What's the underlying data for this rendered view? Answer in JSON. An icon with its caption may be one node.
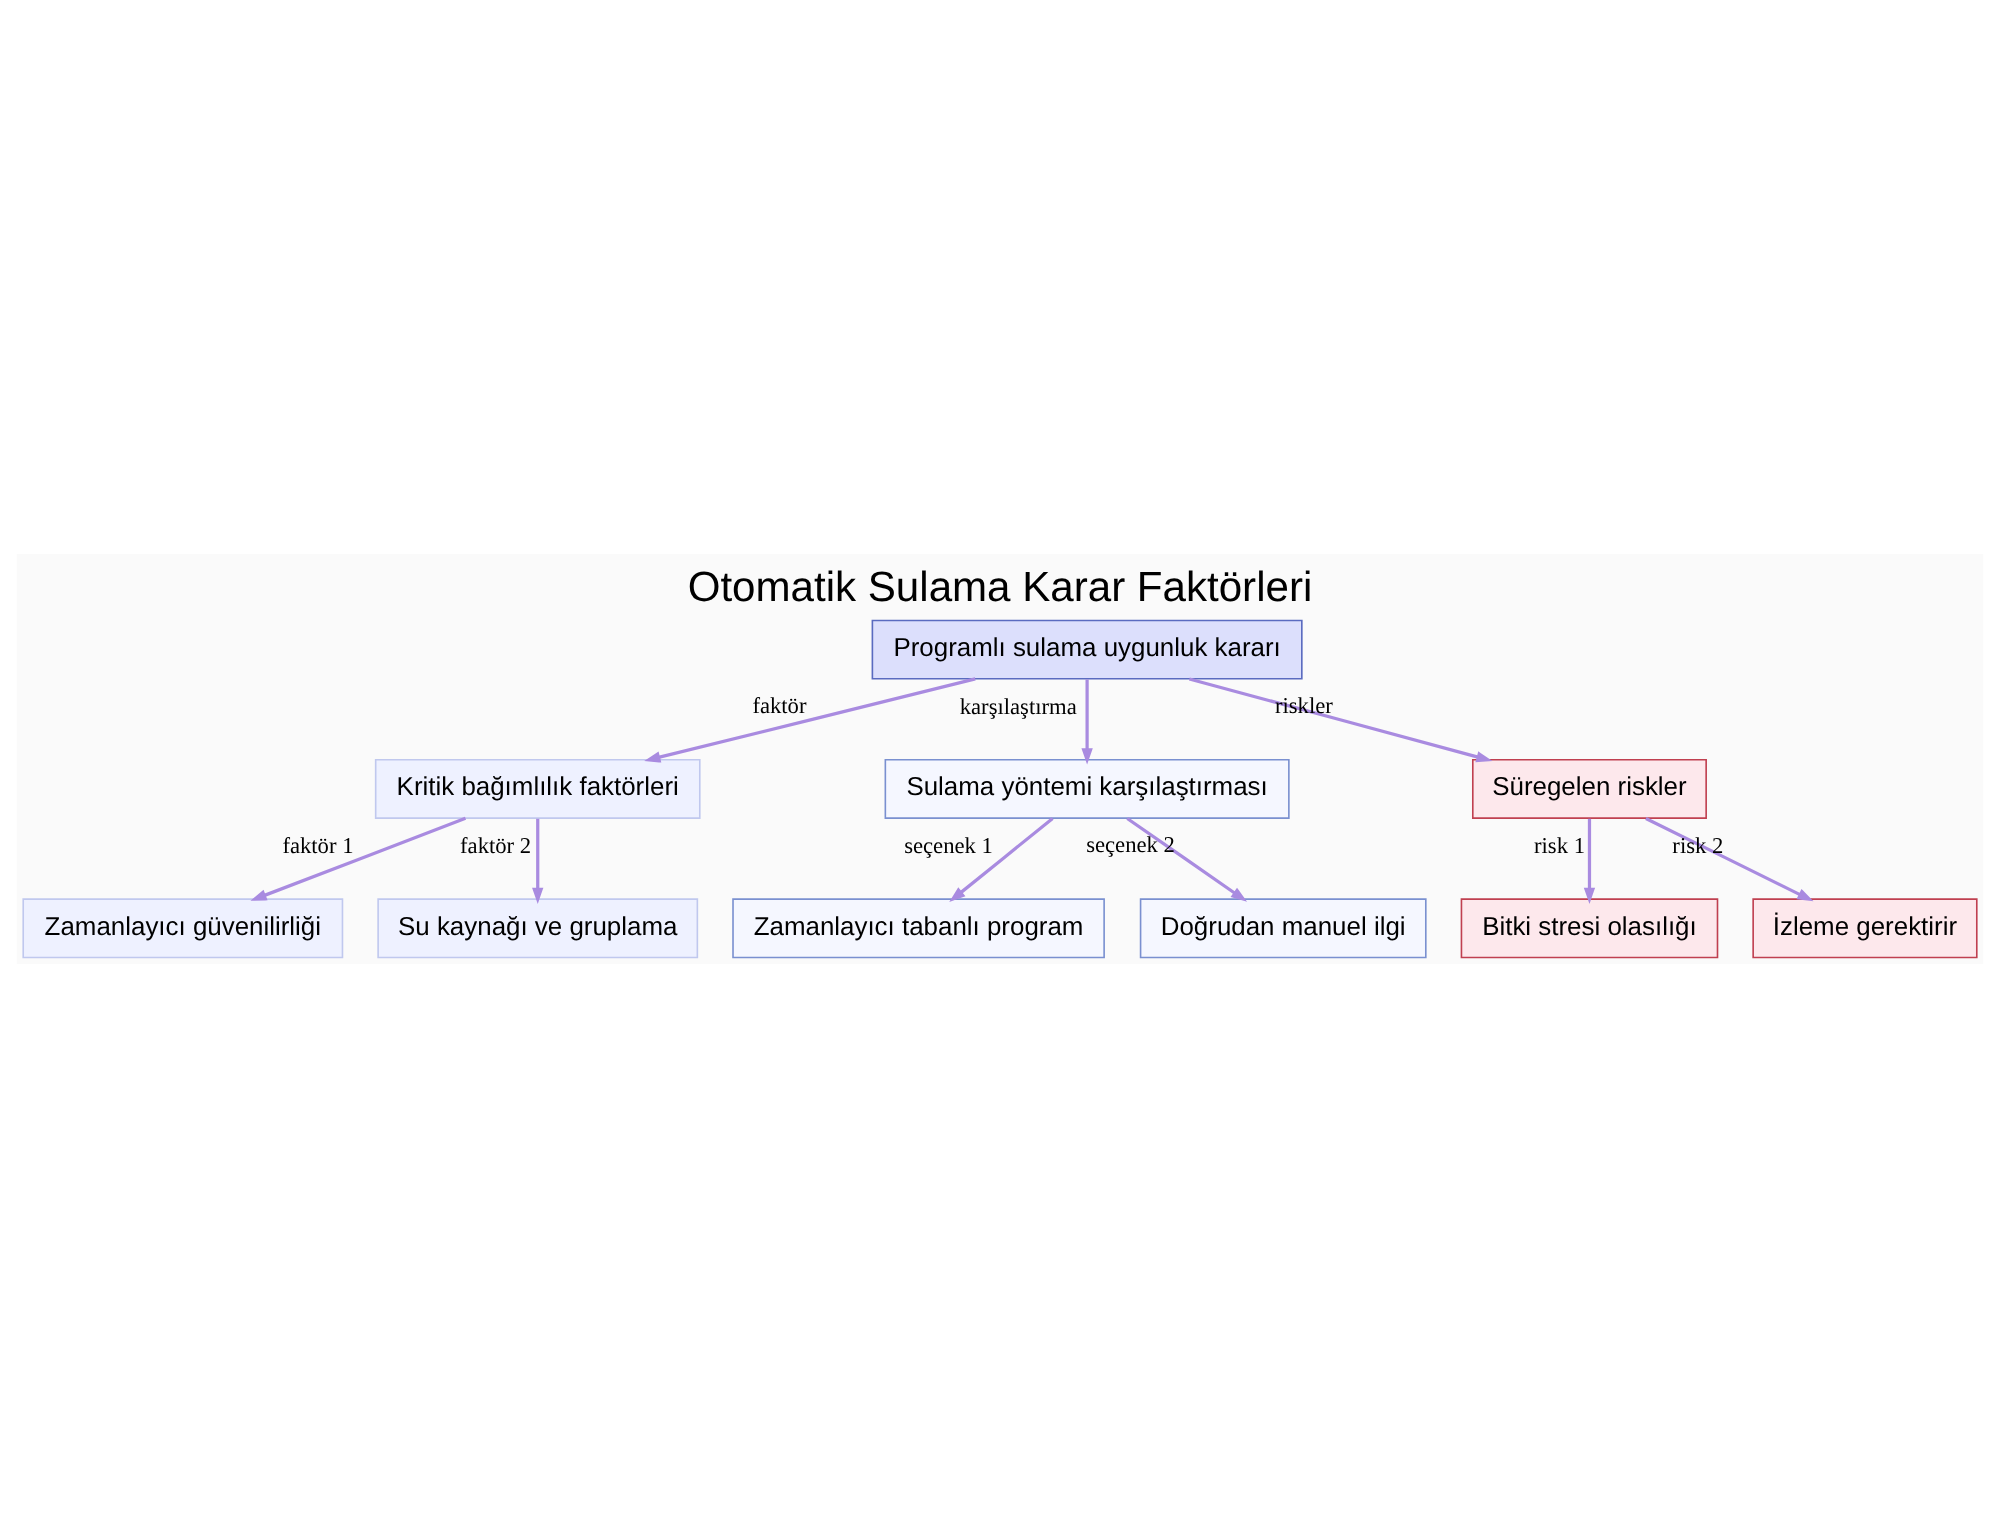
{
  "diagram": {
    "title": "Otomatik Sulama Karar Faktörleri",
    "nodes": [
      {
        "text": [
          "Programlı sulama uygunluk kararı"
        ]
      },
      {
        "text": [
          "Kritik bağımlılık faktörleri"
        ]
      },
      {
        "text": [
          "Sulama yöntemi karşılaştırması"
        ]
      },
      {
        "text": [
          "Süregelen riskler"
        ]
      },
      {
        "text": [
          "Zamanlayıcı güvenilirliği"
        ]
      },
      {
        "text": [
          "Su kaynağı ve gruplama"
        ]
      },
      {
        "text": [
          "Zamanlayıcı tabanlı program"
        ]
      },
      {
        "text": [
          "Doğrudan manuel ilgi"
        ]
      },
      {
        "text": [
          "Bitki stresi olasılığı"
        ]
      },
      {
        "text": [
          "İzleme gerektirir"
        ]
      }
    ],
    "edges": [
      {
        "from": 0,
        "to": 1,
        "arrow": "to",
        "label": "faktör"
      },
      {
        "from": 0,
        "to": 2,
        "arrow": "to",
        "label": "karşılaştırma"
      },
      {
        "from": 0,
        "to": 3,
        "arrow": "to",
        "label": "riskler"
      },
      {
        "from": 1,
        "to": 4,
        "arrow": "to",
        "label": "faktör 1"
      },
      {
        "from": 1,
        "to": 5,
        "arrow": "to",
        "label": "faktör 2"
      },
      {
        "from": 2,
        "to": 6,
        "arrow": "to",
        "label": "seçenek 1"
      },
      {
        "from": 2,
        "to": 7,
        "arrow": "to",
        "label": "seçenek 2"
      },
      {
        "from": 3,
        "to": 8,
        "arrow": "to",
        "label": "risk 1"
      },
      {
        "from": 3,
        "to": 9,
        "arrow": "to",
        "label": "risk 2"
      }
    ]
  }
}
